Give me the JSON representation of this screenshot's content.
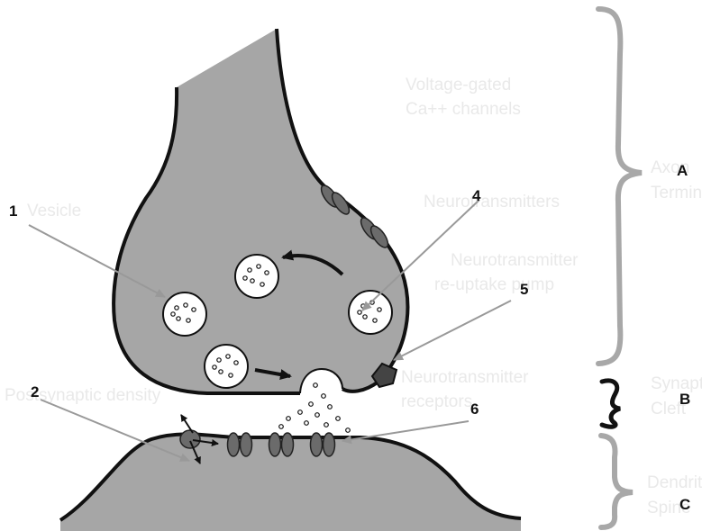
{
  "numbers": {
    "n1": "1",
    "n2": "2",
    "n4": "4",
    "n5": "5",
    "n6": "6"
  },
  "sections": {
    "a": "A",
    "b": "B",
    "c": "C"
  },
  "faded_labels": {
    "vg_line1": "Voltage-gated",
    "vg_line2": "Ca++ channels",
    "vesicle": "Vesicle",
    "neurotransmitters": "Neurotransmitters",
    "reuptake_line1": "Neurotransmitter",
    "reuptake_line2": "re-uptake pump",
    "receptors_line1": "Neurotransmitter",
    "receptors_line2": "receptors",
    "postsynaptic": "Postsynaptic density",
    "axon_line1": "Axon",
    "axon_line2": "Terminal",
    "cleft_line1": "Synaptic",
    "cleft_line2": "Cleft",
    "dendrite_line1": "Dendritic",
    "dendrite_line2": "Spine"
  },
  "colors": {
    "cell_fill": "#a6a6a6",
    "outline": "#111111",
    "channel": "#6b6b6b",
    "pointer": "#999999",
    "brace_grey": "#a8a8a8",
    "faded_text": "#e9e9e9"
  }
}
